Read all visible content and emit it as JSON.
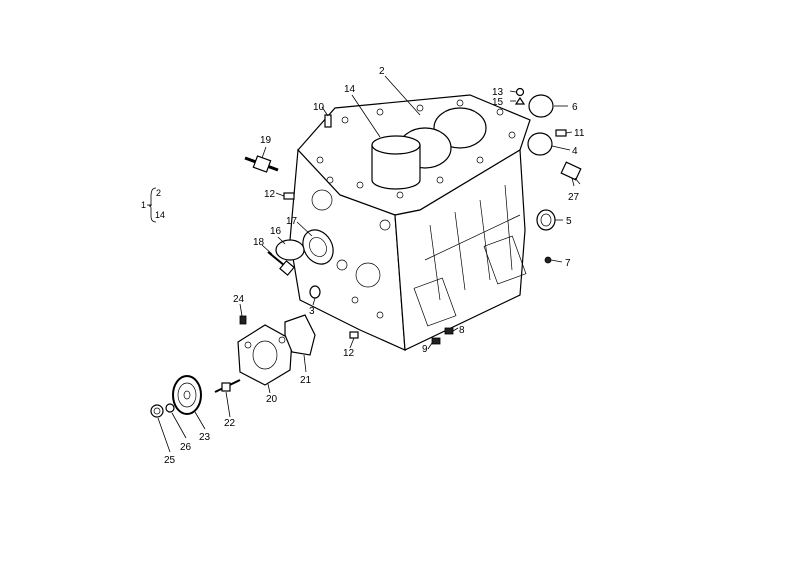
{
  "callouts": [
    {
      "id": "c2",
      "text": "2"
    },
    {
      "id": "c14",
      "text": "14"
    },
    {
      "id": "c10",
      "text": "10"
    },
    {
      "id": "c13",
      "text": "13"
    },
    {
      "id": "c15",
      "text": "15"
    },
    {
      "id": "c6",
      "text": "6"
    },
    {
      "id": "c11",
      "text": "11"
    },
    {
      "id": "c4",
      "text": "4"
    },
    {
      "id": "c19",
      "text": "19"
    },
    {
      "id": "c27",
      "text": "27"
    },
    {
      "id": "c12a",
      "text": "12"
    },
    {
      "id": "c5",
      "text": "5"
    },
    {
      "id": "c17",
      "text": "17"
    },
    {
      "id": "c16",
      "text": "16"
    },
    {
      "id": "c18",
      "text": "18"
    },
    {
      "id": "c7",
      "text": "7"
    },
    {
      "id": "c3",
      "text": "3"
    },
    {
      "id": "c24",
      "text": "24"
    },
    {
      "id": "c8",
      "text": "8"
    },
    {
      "id": "c12b",
      "text": "12"
    },
    {
      "id": "c9",
      "text": "9"
    },
    {
      "id": "c21",
      "text": "21"
    },
    {
      "id": "c20",
      "text": "20"
    },
    {
      "id": "c22",
      "text": "22"
    },
    {
      "id": "c23",
      "text": "23"
    },
    {
      "id": "c26",
      "text": "26"
    },
    {
      "id": "c25",
      "text": "25"
    }
  ],
  "assembly_key": {
    "main": "1",
    "sub_a": "2",
    "sub_b": "14"
  }
}
